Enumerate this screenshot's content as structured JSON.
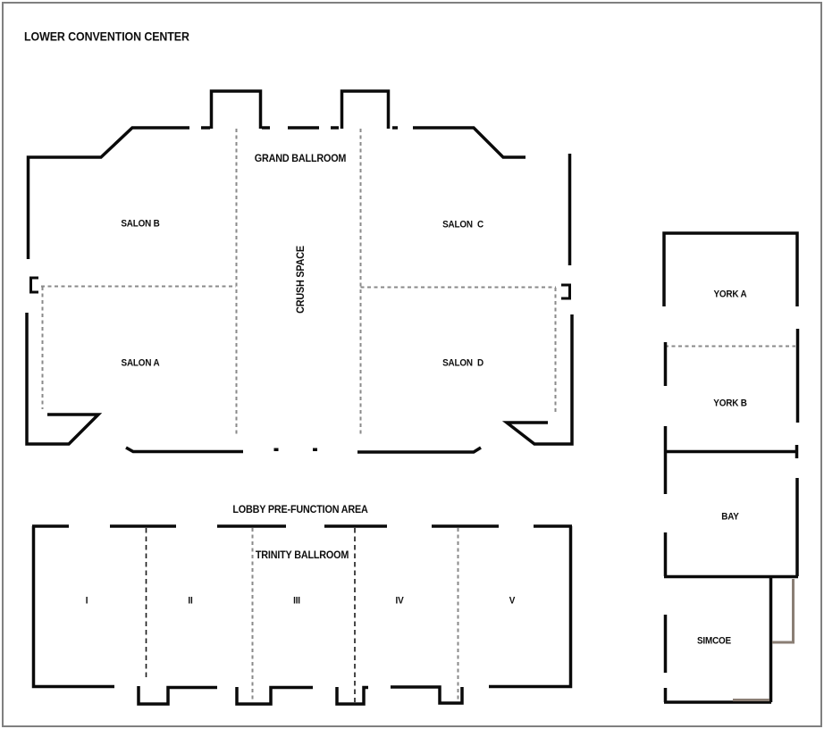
{
  "title": "LOWER CONVENTION CENTER",
  "rooms": {
    "grand_ballroom": "GRAND BALLROOM",
    "salon_b": "SALON B",
    "salon_c": "SALON  C",
    "salon_a": "SALON A",
    "salon_d": "SALON  D",
    "crush_space": "CRUSH SPACE",
    "lobby": "LOBBY PRE-FUNCTION AREA",
    "trinity_ballroom": "TRINITY BALLROOM",
    "trinity_sections": [
      "I",
      "II",
      "III",
      "IV",
      "V"
    ],
    "york_a": "YORK A",
    "york_b": "YORK B",
    "bay": "BAY",
    "simcoe": "SIMCOE"
  },
  "colors": {
    "wall": "#0a0a0a",
    "dashed_gray": "#8a8a8a",
    "dashed_black": "#1a1a1a",
    "alcove_gray": "#8a7e74",
    "page_border": "#7f7f7f"
  }
}
